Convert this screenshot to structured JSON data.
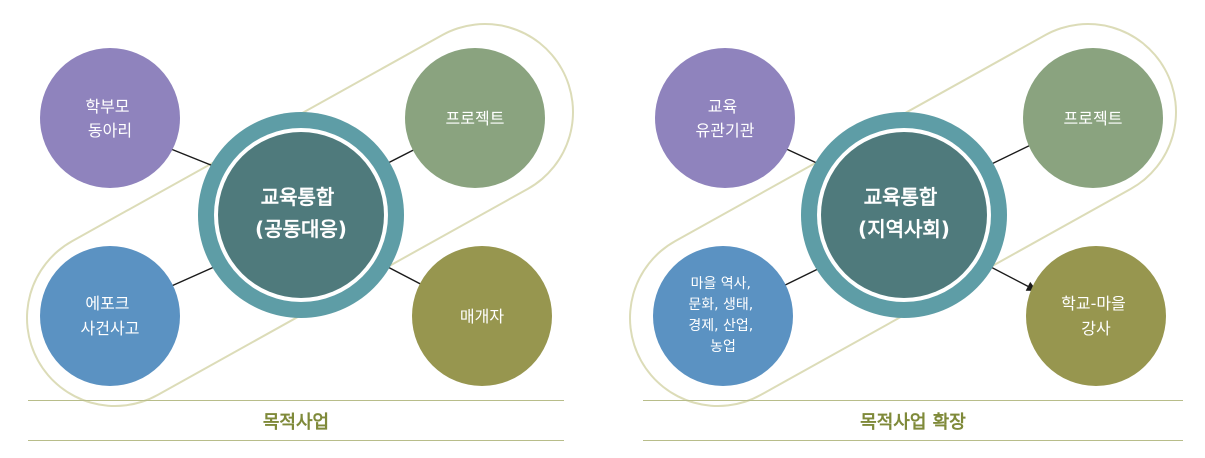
{
  "colors": {
    "purple": "#8f83bd",
    "green": "#8aa37f",
    "blue": "#5b92c2",
    "olive": "#97964f",
    "teal_ring": "#5e9da6",
    "teal_core": "#4f7a7c",
    "capsule": "#e5e6c8",
    "caption": "#7f8a3a",
    "rule": "#b8bd8a"
  },
  "diagrams": [
    {
      "center": {
        "line1": "교육통합",
        "line2": "(공동대응)"
      },
      "top_left": {
        "lines": [
          "학부모",
          "동아리"
        ]
      },
      "top_right": {
        "lines": [
          "프로젝트"
        ]
      },
      "bottom_left": {
        "lines": [
          "에포크",
          "사건사고"
        ]
      },
      "bottom_right": {
        "lines": [
          "매개자"
        ]
      },
      "caption": "목적사업"
    },
    {
      "center": {
        "line1": "교육통합",
        "line2": "(지역사회)"
      },
      "top_left": {
        "lines": [
          "교육",
          "유관기관"
        ]
      },
      "top_right": {
        "lines": [
          "프로젝트"
        ]
      },
      "bottom_left": {
        "lines": [
          "마을 역사,",
          "문화, 생태,",
          "경제, 산업,",
          "농업"
        ]
      },
      "bottom_right": {
        "lines": [
          "학교-마을",
          "강사"
        ]
      },
      "caption": "목적사업 확장"
    }
  ]
}
